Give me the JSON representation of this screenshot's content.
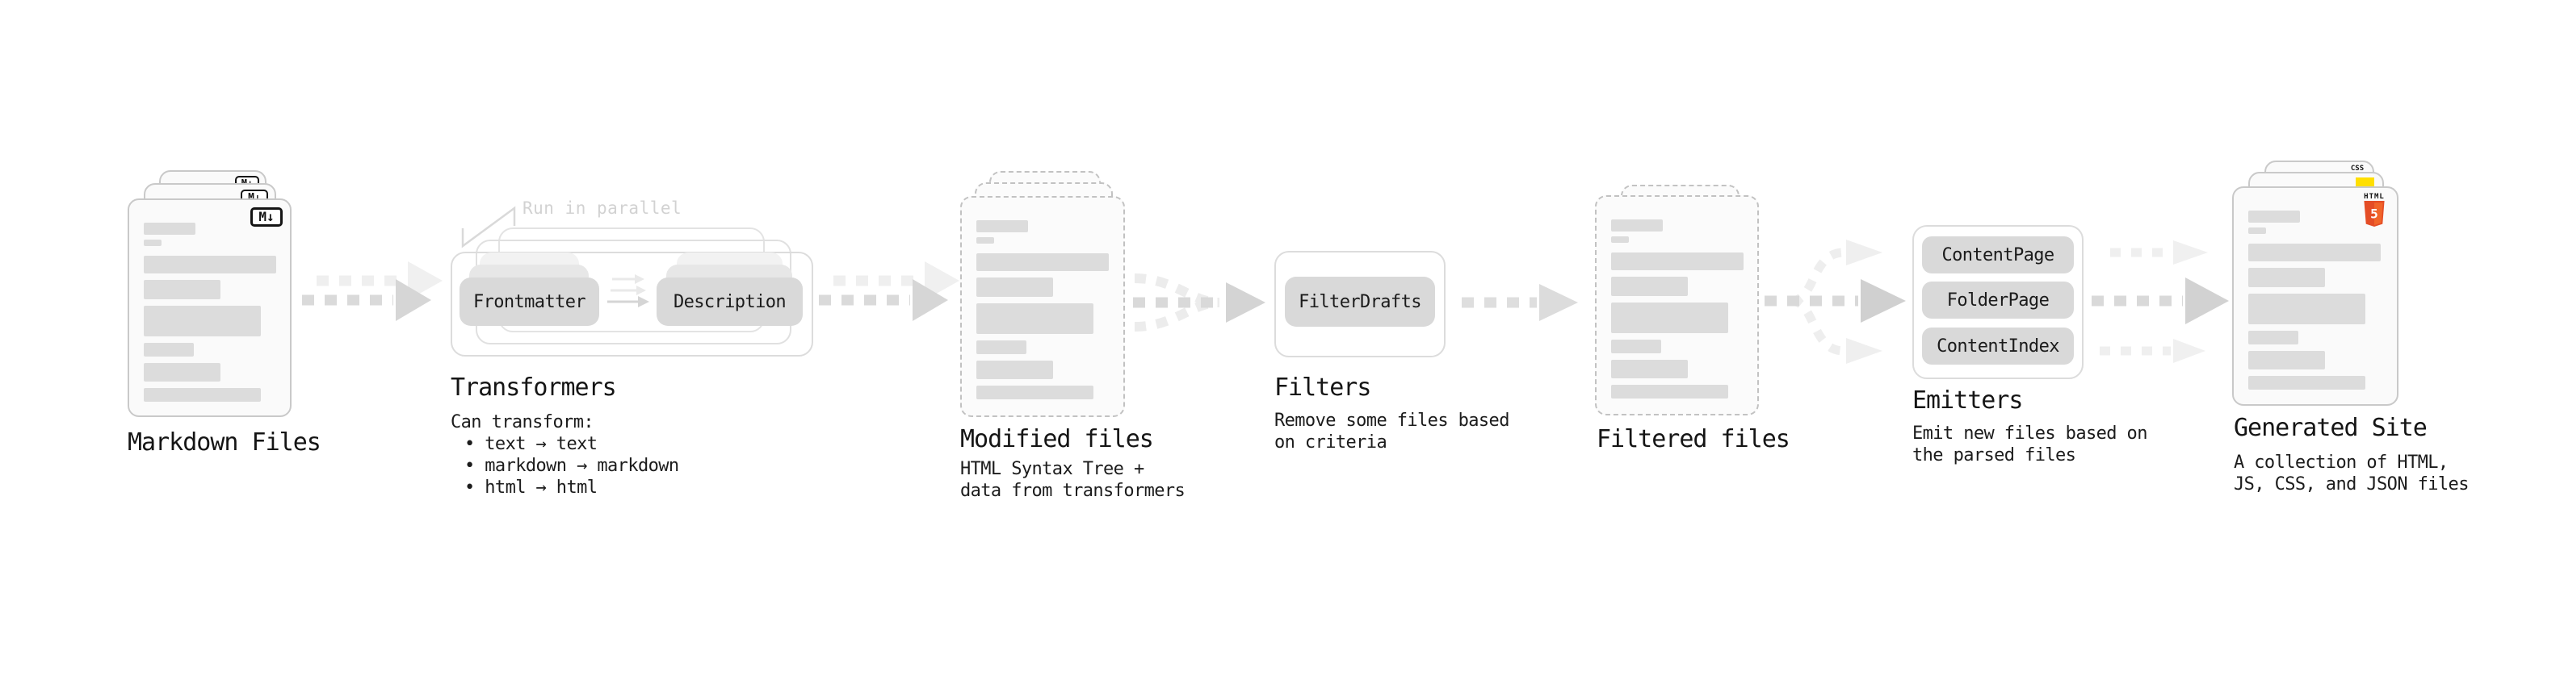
{
  "markdown_files": {
    "label": "Markdown Files",
    "badge": "M↓"
  },
  "transformers": {
    "title": "Transformers",
    "parallel_note": "Run in parallel",
    "pill_frontmatter": "Frontmatter",
    "pill_description": "Description",
    "caption_heading": "Can transform:",
    "bullet_text": "• text → text",
    "bullet_markdown": "• markdown → markdown",
    "bullet_html": "• html → html"
  },
  "modified_files": {
    "label": "Modified files",
    "caption_line1": "HTML Syntax Tree +",
    "caption_line2": "data from transformers"
  },
  "filters": {
    "title": "Filters",
    "pill_filterdrafts": "FilterDrafts",
    "caption_line1": "Remove some files based",
    "caption_line2": "on criteria"
  },
  "filtered_files": {
    "label": "Filtered files"
  },
  "emitters": {
    "title": "Emitters",
    "pill_contentpage": "ContentPage",
    "pill_folderpage": "FolderPage",
    "pill_contentindex": "ContentIndex",
    "caption_line1": "Emit new files based on",
    "caption_line2": "the parsed files"
  },
  "generated_site": {
    "label": "Generated Site",
    "caption_line1": "A collection of HTML,",
    "caption_line2": "JS, CSS, and JSON files",
    "badge_css": "CSS",
    "badge_html_text": "HTML",
    "badge_html_number": "5"
  },
  "colors": {
    "html5_shield_dark": "#e44d26",
    "html5_shield_light": "#f16529",
    "js_yellow": "#ffdf00",
    "css_blue": "#2965f1",
    "pill_bg": "#d9d9d9",
    "bar_gray": "#dcdcdc",
    "arrow_dark": "#d6d6d6",
    "arrow_light": "#efefef"
  }
}
